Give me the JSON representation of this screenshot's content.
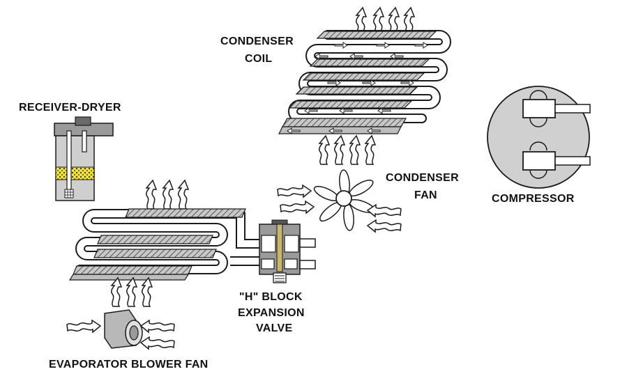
{
  "labels": {
    "condenser_coil_1": "CONDENSER",
    "condenser_coil_2": "COIL",
    "receiver_dryer": "RECEIVER-DRYER",
    "condenser_fan_1": "CONDENSER",
    "condenser_fan_2": "FAN",
    "compressor": "COMPRESSOR",
    "expansion_valve_1": "\"H\" BLOCK",
    "expansion_valve_2": "EXPANSION",
    "expansion_valve_3": "VALVE",
    "evaporator_blower_fan": "EVAPORATOR BLOWER FAN"
  },
  "colors": {
    "line": "#1a1a1a",
    "metal_light": "#d4d4d4",
    "metal_mid": "#9a9a9a",
    "metal_dark": "#6a6a6a",
    "compressor_body": "#d0d0d0",
    "desiccant": "#f0e030",
    "fin_hatch": "#8a8a8a"
  }
}
